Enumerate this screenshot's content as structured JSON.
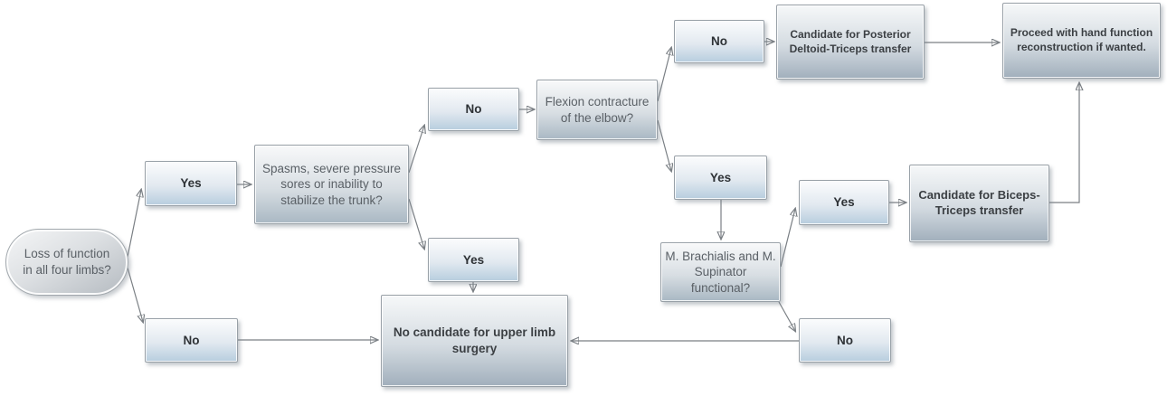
{
  "diagram": {
    "type": "flowchart",
    "nodes": {
      "start": {
        "label": "Loss of function in all four limbs?",
        "shape": "oval"
      },
      "yes1": {
        "label": "Yes"
      },
      "no1": {
        "label": "No"
      },
      "spasms": {
        "label": "Spasms, severe pressure sores or inability to stabilize the trunk?"
      },
      "no2": {
        "label": "No"
      },
      "yes2": {
        "label": "Yes"
      },
      "flexion": {
        "label": "Flexion contracture of the elbow?"
      },
      "no3": {
        "label": "No"
      },
      "yes3": {
        "label": "Yes"
      },
      "deltoid": {
        "label": "Candidate for Posterior Deltoid-Triceps transfer"
      },
      "proceed": {
        "label": "Proceed with hand function reconstruction if wanted."
      },
      "yes4": {
        "label": "Yes"
      },
      "brachialis": {
        "label": "M. Brachialis and M. Supinator functional?"
      },
      "biceps": {
        "label": "Candidate for Biceps-Triceps transfer"
      },
      "no4": {
        "label": "No"
      },
      "no_candidate": {
        "label": "No candidate for upper limb surgery"
      }
    },
    "edges": [
      {
        "from": "start",
        "to": "yes1"
      },
      {
        "from": "start",
        "to": "no1"
      },
      {
        "from": "yes1",
        "to": "spasms"
      },
      {
        "from": "spasms",
        "to": "no2"
      },
      {
        "from": "spasms",
        "to": "yes2"
      },
      {
        "from": "no2",
        "to": "flexion"
      },
      {
        "from": "flexion",
        "to": "no3"
      },
      {
        "from": "flexion",
        "to": "yes3"
      },
      {
        "from": "no3",
        "to": "deltoid"
      },
      {
        "from": "deltoid",
        "to": "proceed"
      },
      {
        "from": "yes3",
        "to": "brachialis"
      },
      {
        "from": "brachialis",
        "to": "yes4"
      },
      {
        "from": "brachialis",
        "to": "no4"
      },
      {
        "from": "yes4",
        "to": "biceps"
      },
      {
        "from": "biceps",
        "to": "proceed"
      },
      {
        "from": "yes2",
        "to": "no_candidate"
      },
      {
        "from": "no1",
        "to": "no_candidate"
      },
      {
        "from": "no4",
        "to": "no_candidate"
      }
    ],
    "colors": {
      "node_fill_bottom": "#b7cdde",
      "question_fill_bottom": "#a9b8c3",
      "result_fill_bottom": "#a1afbc",
      "border": "#98a0a7",
      "arrow": "#7a7f84",
      "label_text": "#2e3236",
      "question_text": "#5a6066",
      "result_text": "#3b3f43"
    }
  }
}
